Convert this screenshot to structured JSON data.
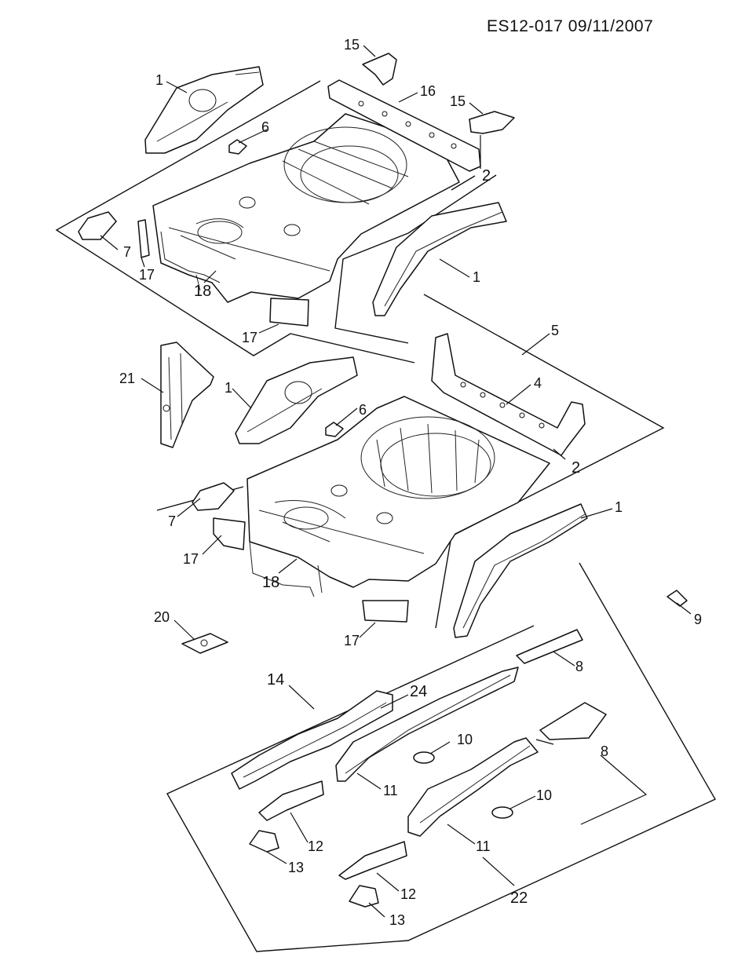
{
  "header": {
    "ref": "ES12-017  09/11/2007"
  },
  "callouts": {
    "c1a": "1",
    "c1b": "1",
    "c1c": "1",
    "c1d": "1",
    "c2a": "2",
    "c2b": "2",
    "c4": "4",
    "c5": "5",
    "c6a": "6",
    "c6b": "6",
    "c7a": "7",
    "c7b": "7",
    "c8a": "8",
    "c8b": "8",
    "c9": "9",
    "c10a": "10",
    "c10b": "10",
    "c11a": "11",
    "c11b": "11",
    "c12a": "12",
    "c12b": "12",
    "c13a": "13",
    "c13b": "13",
    "c14": "14",
    "c15a": "15",
    "c15b": "15",
    "c16": "16",
    "c17a": "17",
    "c17b": "17",
    "c17c": "17",
    "c17d": "17",
    "c18a": "18",
    "c18b": "18",
    "c20": "20",
    "c21": "21",
    "c22": "22",
    "c24": "24"
  }
}
